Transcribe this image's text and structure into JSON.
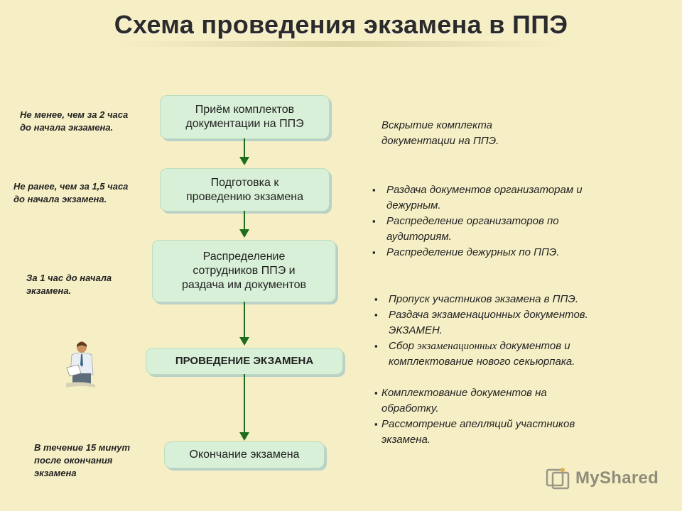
{
  "title": "Схема проведения экзамена в ППЭ",
  "steps": [
    {
      "lines": [
        "Приём комплектов",
        "документации на ППЭ"
      ]
    },
    {
      "lines": [
        "Подготовка к",
        "проведению экзамена"
      ]
    },
    {
      "lines": [
        "Распределение",
        "сотрудников ППЭ и",
        "раздача им документов"
      ]
    },
    {
      "lines": [
        "ПРОВЕДЕНИЕ ЭКЗАМЕНА"
      ]
    },
    {
      "lines": [
        "Окончание экзамена"
      ]
    }
  ],
  "timings": [
    [
      "Не менее, чем за 2 часа",
      "до начала экзамена."
    ],
    [
      "Не ранее, чем за 1,5 часа",
      "до начала экзамена."
    ],
    [
      "За 1 час до начала",
      "экзамена."
    ],
    [
      "В течение 15  минут",
      "после окончания",
      "экзамена"
    ]
  ],
  "descriptions": {
    "d1": [
      "Вскрытие комплекта",
      "документации на ППЭ."
    ],
    "d2": [
      [
        "Раздача документов организаторам и",
        "дежурным."
      ],
      [
        "Распределение организаторов по",
        "аудиториям."
      ],
      [
        "Распределение дежурных по ППЭ."
      ]
    ],
    "d3": [
      [
        "Пропуск участников экзамена в ППЭ."
      ],
      [
        "Раздача экзаменационных документов.",
        "ЭКЗАМЕН."
      ],
      [
        "Сбор ",
        "экзаменационных",
        " документов и",
        "комплектование нового секьюрпака."
      ]
    ],
    "d4": [
      [
        "Комплектование документов на",
        "обработку."
      ],
      [
        "Рассмотрение апелляций участников",
        "экзамена."
      ]
    ]
  },
  "logo": {
    "text": "MyShared"
  },
  "colors": {
    "background": "#f6efc6",
    "box_fill": "#d8efd8",
    "arrow": "#1d6e1a"
  },
  "icons": [
    "person-with-document-icon",
    "myshared-logo-icon"
  ]
}
